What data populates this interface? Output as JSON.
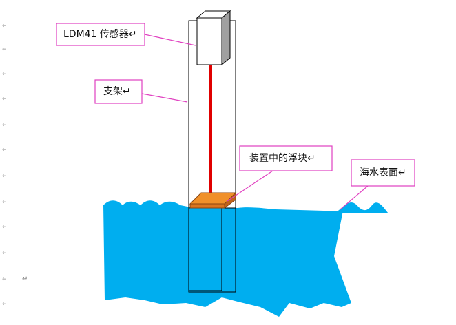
{
  "document": {
    "heading_fragment": "",
    "para_marks": [
      "↵",
      "↵",
      "↵",
      "↵",
      "↵",
      "↵",
      "↵",
      "↵",
      "↵",
      "↵",
      "↵",
      "↵"
    ],
    "trailing_return": "↵"
  },
  "diagram": {
    "labels": {
      "sensor": "LDM41 传感器↵",
      "bracket": "支架↵",
      "float": "装置中的浮块↵",
      "sea_surface": "海水表面↵"
    },
    "colors": {
      "water": "#00AEEF",
      "callout_border": "#E040C0",
      "laser": "#E00000",
      "float_top": "#F0902A",
      "float_side": "#C0621A",
      "sensor_shade": "#A0A0A0"
    }
  }
}
